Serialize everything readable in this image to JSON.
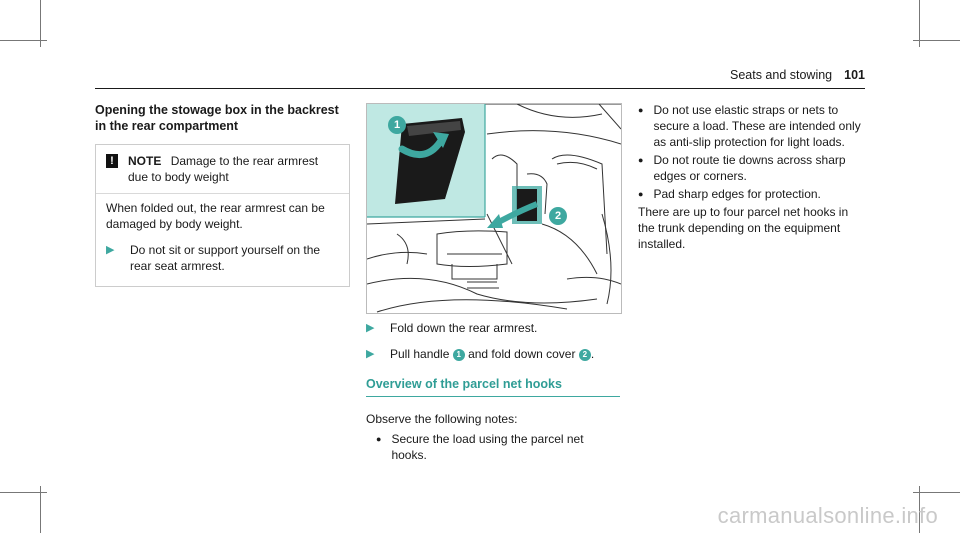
{
  "header": {
    "section": "Seats and stowing",
    "page_number": "101"
  },
  "left_column": {
    "title": "Opening the stowage box in the backrest in the rear compartment",
    "note": {
      "label": "NOTE",
      "heading": "Damage to the rear armrest due to body weight",
      "text": "When folded out, the rear armrest can be damaged by body weight.",
      "instruction": "Do not sit or support yourself on the rear seat armrest."
    }
  },
  "figure": {
    "callouts": [
      "1",
      "2"
    ]
  },
  "middle_column": {
    "steps": [
      {
        "text": "Fold down the rear armrest."
      },
      {
        "before": "Pull handle",
        "n1": "1",
        "middle": "and fold down cover",
        "n2": "2",
        "after": "."
      }
    ],
    "overview_title": "Overview of the parcel net hooks",
    "observe": "Observe the following notes:",
    "bullets": [
      "Secure the load using the parcel net hooks."
    ]
  },
  "right_column": {
    "bullets": [
      "Do not use elastic straps or nets to secure a load. These are intended only as anti-slip protection for light loads.",
      "Do not route tie downs across sharp edges or corners.",
      "Pad sharp edges for protection."
    ],
    "paragraph": "There are up to four parcel net hooks in the trunk depending on the equipment installed."
  },
  "watermark": "carmanualsonline.info",
  "colors": {
    "accent": "#3ea8a0",
    "inset": "#bfe8e3"
  }
}
